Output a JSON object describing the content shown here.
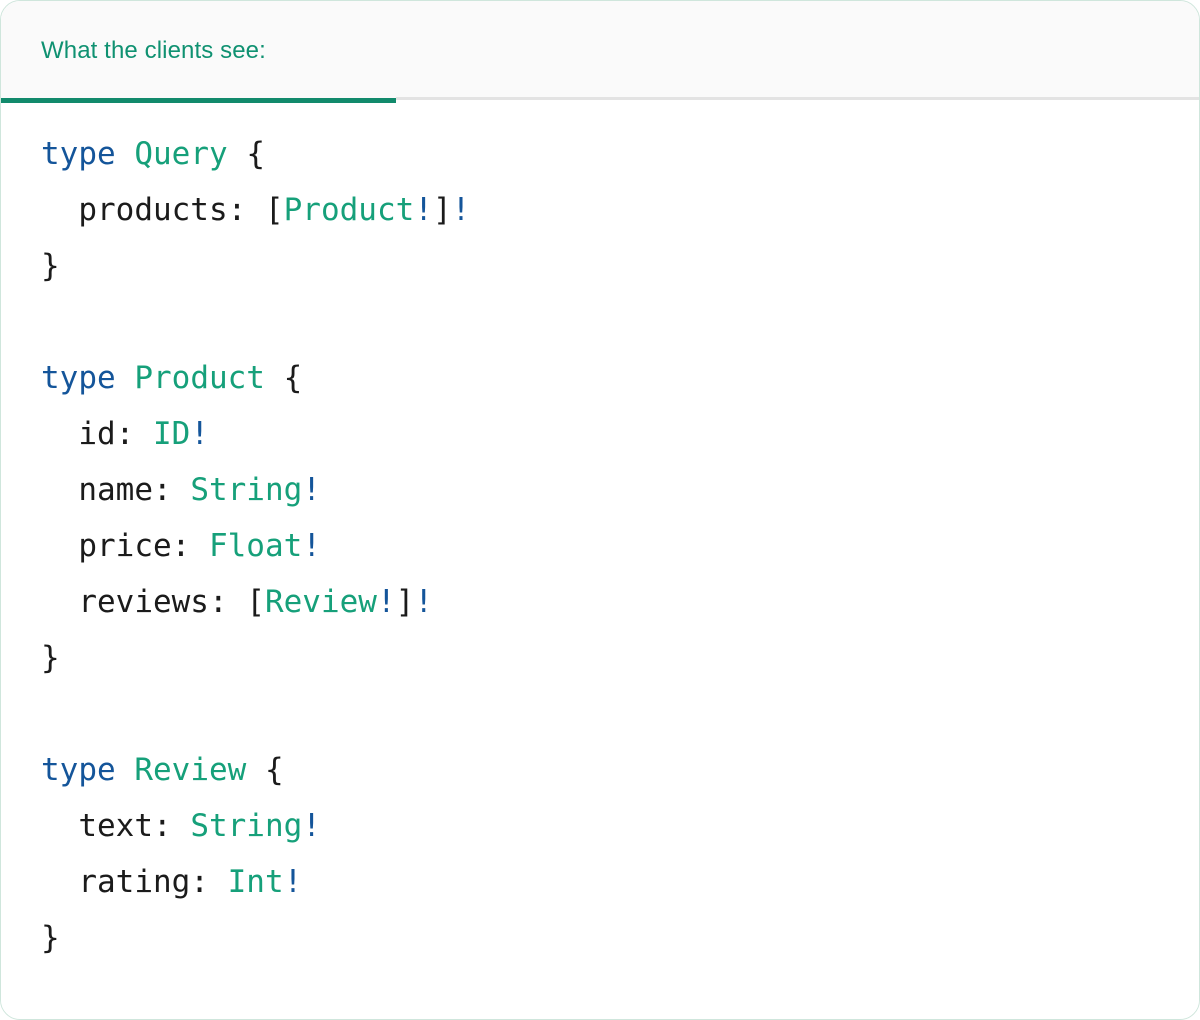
{
  "card": {
    "border_color": "#cfe6dc",
    "background": "#ffffff"
  },
  "tabbar": {
    "active_tab": {
      "label": "What the clients see:",
      "color": "#0f9171",
      "underline_color": "#128a6c"
    },
    "background": "#fafafa",
    "divider_color": "#e3e3e3"
  },
  "code": {
    "language": "graphql",
    "colors": {
      "keyword": "#14559a",
      "type": "#16a07a",
      "punctuation": "#1b1b1b",
      "field": "#1b1b1b",
      "bang": "#14559a"
    },
    "lines": [
      {
        "tokens": [
          {
            "t": "type",
            "k": "kw"
          },
          {
            "t": " ",
            "k": "punc"
          },
          {
            "t": "Query",
            "k": "type"
          },
          {
            "t": " {",
            "k": "punc"
          }
        ]
      },
      {
        "tokens": [
          {
            "t": "  products: ",
            "k": "field"
          },
          {
            "t": "[",
            "k": "punc"
          },
          {
            "t": "Product",
            "k": "type"
          },
          {
            "t": "!",
            "k": "bang"
          },
          {
            "t": "]",
            "k": "punc"
          },
          {
            "t": "!",
            "k": "bang"
          }
        ]
      },
      {
        "tokens": [
          {
            "t": "}",
            "k": "punc"
          }
        ]
      },
      {
        "tokens": []
      },
      {
        "tokens": [
          {
            "t": "type",
            "k": "kw"
          },
          {
            "t": " ",
            "k": "punc"
          },
          {
            "t": "Product",
            "k": "type"
          },
          {
            "t": " {",
            "k": "punc"
          }
        ]
      },
      {
        "tokens": [
          {
            "t": "  id: ",
            "k": "field"
          },
          {
            "t": "ID",
            "k": "type"
          },
          {
            "t": "!",
            "k": "bang"
          }
        ]
      },
      {
        "tokens": [
          {
            "t": "  name: ",
            "k": "field"
          },
          {
            "t": "String",
            "k": "type"
          },
          {
            "t": "!",
            "k": "bang"
          }
        ]
      },
      {
        "tokens": [
          {
            "t": "  price: ",
            "k": "field"
          },
          {
            "t": "Float",
            "k": "type"
          },
          {
            "t": "!",
            "k": "bang"
          }
        ]
      },
      {
        "tokens": [
          {
            "t": "  reviews: ",
            "k": "field"
          },
          {
            "t": "[",
            "k": "punc"
          },
          {
            "t": "Review",
            "k": "type"
          },
          {
            "t": "!",
            "k": "bang"
          },
          {
            "t": "]",
            "k": "punc"
          },
          {
            "t": "!",
            "k": "bang"
          }
        ]
      },
      {
        "tokens": [
          {
            "t": "}",
            "k": "punc"
          }
        ]
      },
      {
        "tokens": []
      },
      {
        "tokens": [
          {
            "t": "type",
            "k": "kw"
          },
          {
            "t": " ",
            "k": "punc"
          },
          {
            "t": "Review",
            "k": "type"
          },
          {
            "t": " {",
            "k": "punc"
          }
        ]
      },
      {
        "tokens": [
          {
            "t": "  text: ",
            "k": "field"
          },
          {
            "t": "String",
            "k": "type"
          },
          {
            "t": "!",
            "k": "bang"
          }
        ]
      },
      {
        "tokens": [
          {
            "t": "  rating: ",
            "k": "field"
          },
          {
            "t": "Int",
            "k": "type"
          },
          {
            "t": "!",
            "k": "bang"
          }
        ]
      },
      {
        "tokens": [
          {
            "t": "}",
            "k": "punc"
          }
        ]
      }
    ],
    "plain_text": "type Query {\n  products: [Product!]!\n}\n\ntype Product {\n  id: ID!\n  name: String!\n  price: Float!\n  reviews: [Review!]!\n}\n\ntype Review {\n  text: String!\n  rating: Int!\n}"
  }
}
